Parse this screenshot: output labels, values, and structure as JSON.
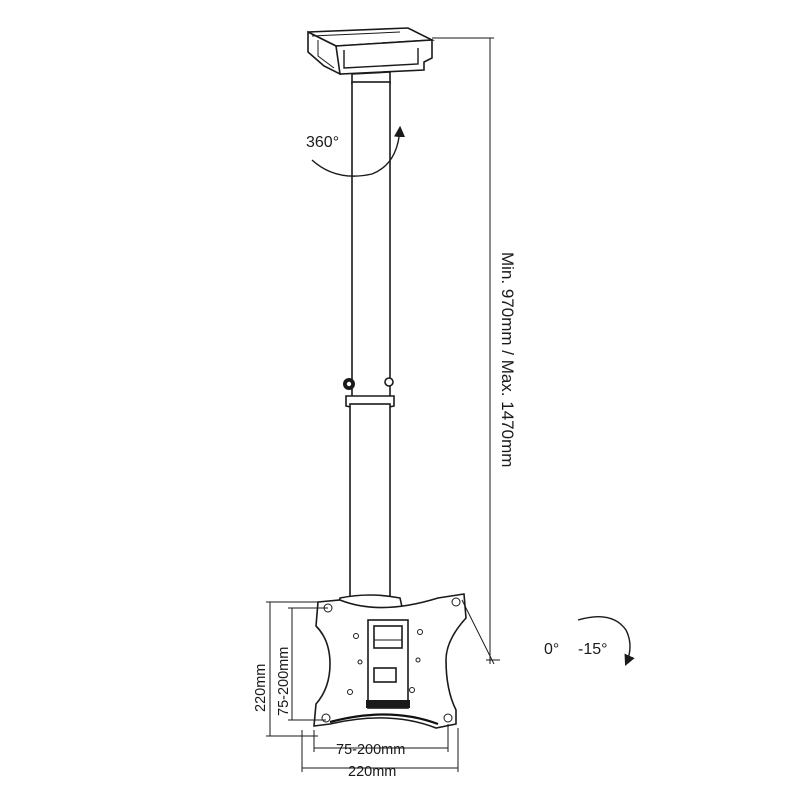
{
  "labels": {
    "rotation": "360°",
    "height_range": "Min. 970mm / Max. 1470mm",
    "tilt_min": "0°",
    "tilt_max": "-15°",
    "vesa_height_outer": "220mm",
    "vesa_height_inner": "75-200mm",
    "vesa_width_inner": "75-200mm",
    "vesa_width_outer": "220mm"
  },
  "icons": {
    "rotation": "rotate-arrow-icon",
    "tilt": "tilt-arrow-icon"
  },
  "colors": {
    "line": "#1a1a1a",
    "background": "#ffffff"
  }
}
